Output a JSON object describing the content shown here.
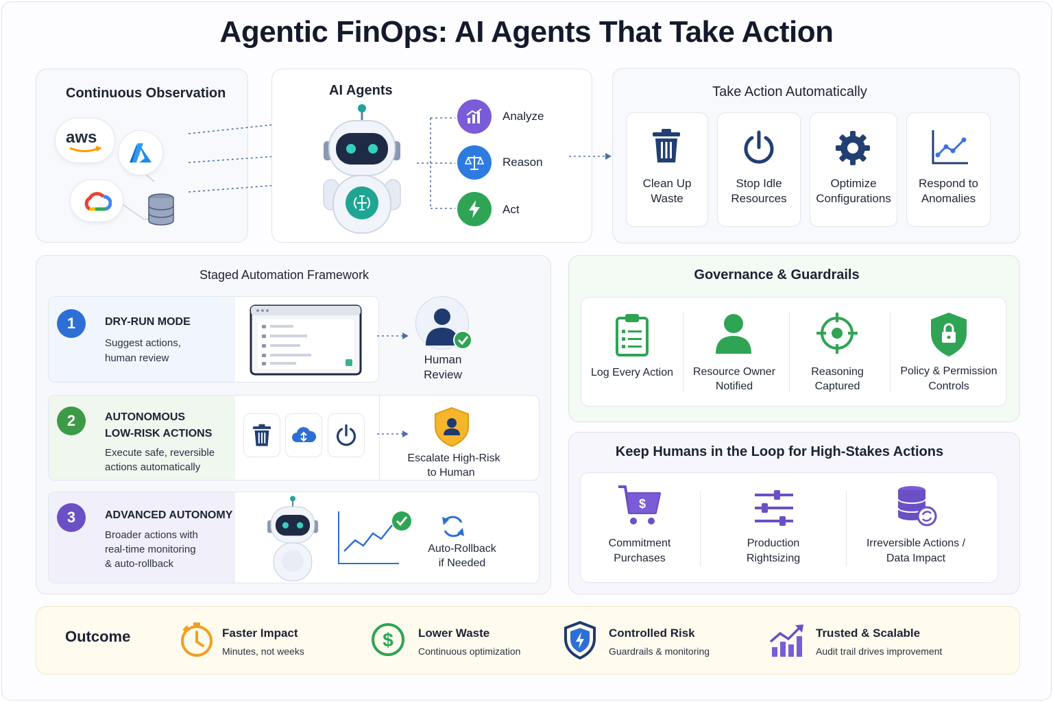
{
  "title": "Agentic FinOps: AI Agents That Take Action",
  "observation": {
    "title": "Continuous Observation",
    "aws_label": "aws"
  },
  "agents": {
    "title": "AI Agents",
    "steps": [
      "Analyze",
      "Reason",
      "Act"
    ]
  },
  "actions": {
    "title": "Take Action Automatically",
    "items": [
      {
        "line1": "Clean Up",
        "line2": "Waste"
      },
      {
        "line1": "Stop Idle",
        "line2": "Resources"
      },
      {
        "line1": "Optimize",
        "line2": "Configurations"
      },
      {
        "line1": "Respond to",
        "line2": "Anomalies"
      }
    ]
  },
  "framework": {
    "title": "Staged Automation Framework",
    "stages": [
      {
        "num": "1",
        "heading1": "DRY-RUN MODE",
        "heading2": "",
        "desc1": "Suggest actions,",
        "desc2": "human review",
        "desc3": "",
        "out1": "Human",
        "out2": "Review",
        "color": "#2d6fd4"
      },
      {
        "num": "2",
        "heading1": "AUTONOMOUS",
        "heading2": "LOW-RISK ACTIONS",
        "desc1": "Execute safe, reversible",
        "desc2": "actions automatically",
        "desc3": "",
        "out1": "Escalate High-Risk",
        "out2": "to Human",
        "color": "#3d9a48"
      },
      {
        "num": "3",
        "heading1": "ADVANCED AUTONOMY",
        "heading2": "",
        "desc1": "Broader actions with",
        "desc2": "real-time monitoring",
        "desc3": "& auto-rollback",
        "out1": "Auto-Rollback",
        "out2": "if Needed",
        "color": "#6b4fc4"
      }
    ]
  },
  "governance": {
    "title": "Governance & Guardrails",
    "items": [
      {
        "line1": "Log Every Action",
        "line2": ""
      },
      {
        "line1": "Resource Owner",
        "line2": "Notified"
      },
      {
        "line1": "Reasoning",
        "line2": "Captured"
      },
      {
        "line1": "Policy & Permission",
        "line2": "Controls"
      }
    ]
  },
  "humans": {
    "title": "Keep Humans in the Loop for High-Stakes Actions",
    "items": [
      {
        "line1": "Commitment",
        "line2": "Purchases"
      },
      {
        "line1": "Production",
        "line2": "Rightsizing"
      },
      {
        "line1": "Irreversible Actions /",
        "line2": "Data Impact"
      }
    ]
  },
  "outcome": {
    "label": "Outcome",
    "items": [
      {
        "heading": "Faster Impact",
        "desc": "Minutes, not weeks"
      },
      {
        "heading": "Lower Waste",
        "desc": "Continuous optimization"
      },
      {
        "heading": "Controlled Risk",
        "desc": "Guardrails & monitoring"
      },
      {
        "heading": "Trusted & Scalable",
        "desc": "Audit trail drives improvement"
      }
    ]
  },
  "colors": {
    "blue": "#2d6fd4",
    "green": "#3d9a48",
    "purple": "#6b4fc4",
    "orange": "#f0a020",
    "navy": "#1e3a6e"
  }
}
